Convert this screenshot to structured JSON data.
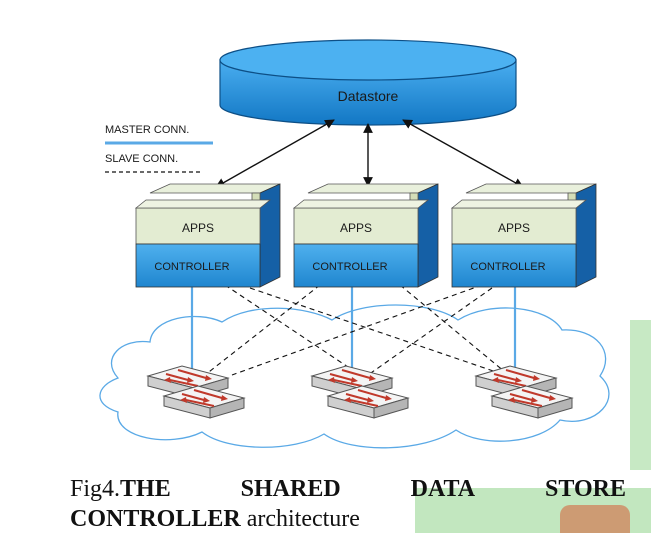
{
  "diagram": {
    "datastore_label": "Datastore",
    "legend": {
      "master": "MASTER CONN.",
      "slave": "SLAVE CONN."
    },
    "controllers": [
      {
        "apps": "APPS",
        "controller": "CONTROLLER"
      },
      {
        "apps": "APPS",
        "controller": "CONTROLLER"
      },
      {
        "apps": "APPS",
        "controller": "CONTROLLER"
      }
    ],
    "colors": {
      "datastore": "#1e8fd6",
      "apps": "#e3ecd2",
      "controller": "#2f97de",
      "master_line": "#5aa9e6",
      "cloud": "#ffffff",
      "switch_arrow": "#c0392b"
    }
  },
  "caption": {
    "fig": "Fig4.",
    "w1": "THE",
    "w2": "SHARED",
    "w3": "DATA",
    "w4": "STORE",
    "line2_bold": "CONTROLLER",
    "line2_rest": " architecture"
  }
}
